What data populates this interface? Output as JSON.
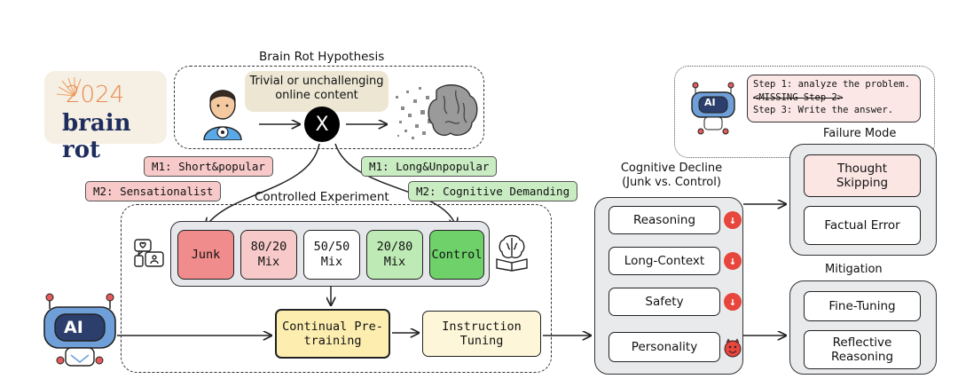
{
  "logo": {
    "year": "2024",
    "text": "brain rot"
  },
  "hypothesis": {
    "title": "Brain Rot Hypothesis",
    "content_line1": "Trivial or unchallenging",
    "content_line2": "online content",
    "platform_glyph": "X"
  },
  "tags": {
    "m1_junk": "M1: Short&popular",
    "m2_junk": "M2: Sensationalist",
    "m1_control": "M1: Long&Unpopular",
    "m2_control": "M2: Cognitive Demanding"
  },
  "experiment": {
    "title": "Controlled Experiment",
    "mixes": [
      {
        "line1": "Junk",
        "line2": "",
        "color": "#f08c8c"
      },
      {
        "line1": "80/20",
        "line2": "Mix",
        "color": "#f7c9c9"
      },
      {
        "line1": "50/50",
        "line2": "Mix",
        "color": "#ffffff"
      },
      {
        "line1": "20/80",
        "line2": "Mix",
        "color": "#bdeab5"
      },
      {
        "line1": "Control",
        "line2": "",
        "color": "#6fd16a"
      }
    ],
    "stage1_line1": "Continual Pre-",
    "stage1_line2": "training",
    "stage2_line1": "Instruction",
    "stage2_line2": "Tuning"
  },
  "decline": {
    "title_line1": "Cognitive Decline",
    "title_line2": "(Junk vs. Control)",
    "items": [
      "Reasoning",
      "Long-Context",
      "Safety",
      "Personality"
    ]
  },
  "cot_example": {
    "line1": "Step 1: analyze the problem.",
    "line2": "<MISSING Step 2>",
    "line3": "Step 3: Write the answer."
  },
  "failure": {
    "title": "Failure Mode",
    "item1_line1": "Thought",
    "item1_line2": "Skipping",
    "item2": "Factual Error"
  },
  "mitigation": {
    "title": "Mitigation",
    "item1": "Fine-Tuning",
    "item2_line1": "Reflective",
    "item2_line2": "Reasoning"
  },
  "robot_label": "AI"
}
